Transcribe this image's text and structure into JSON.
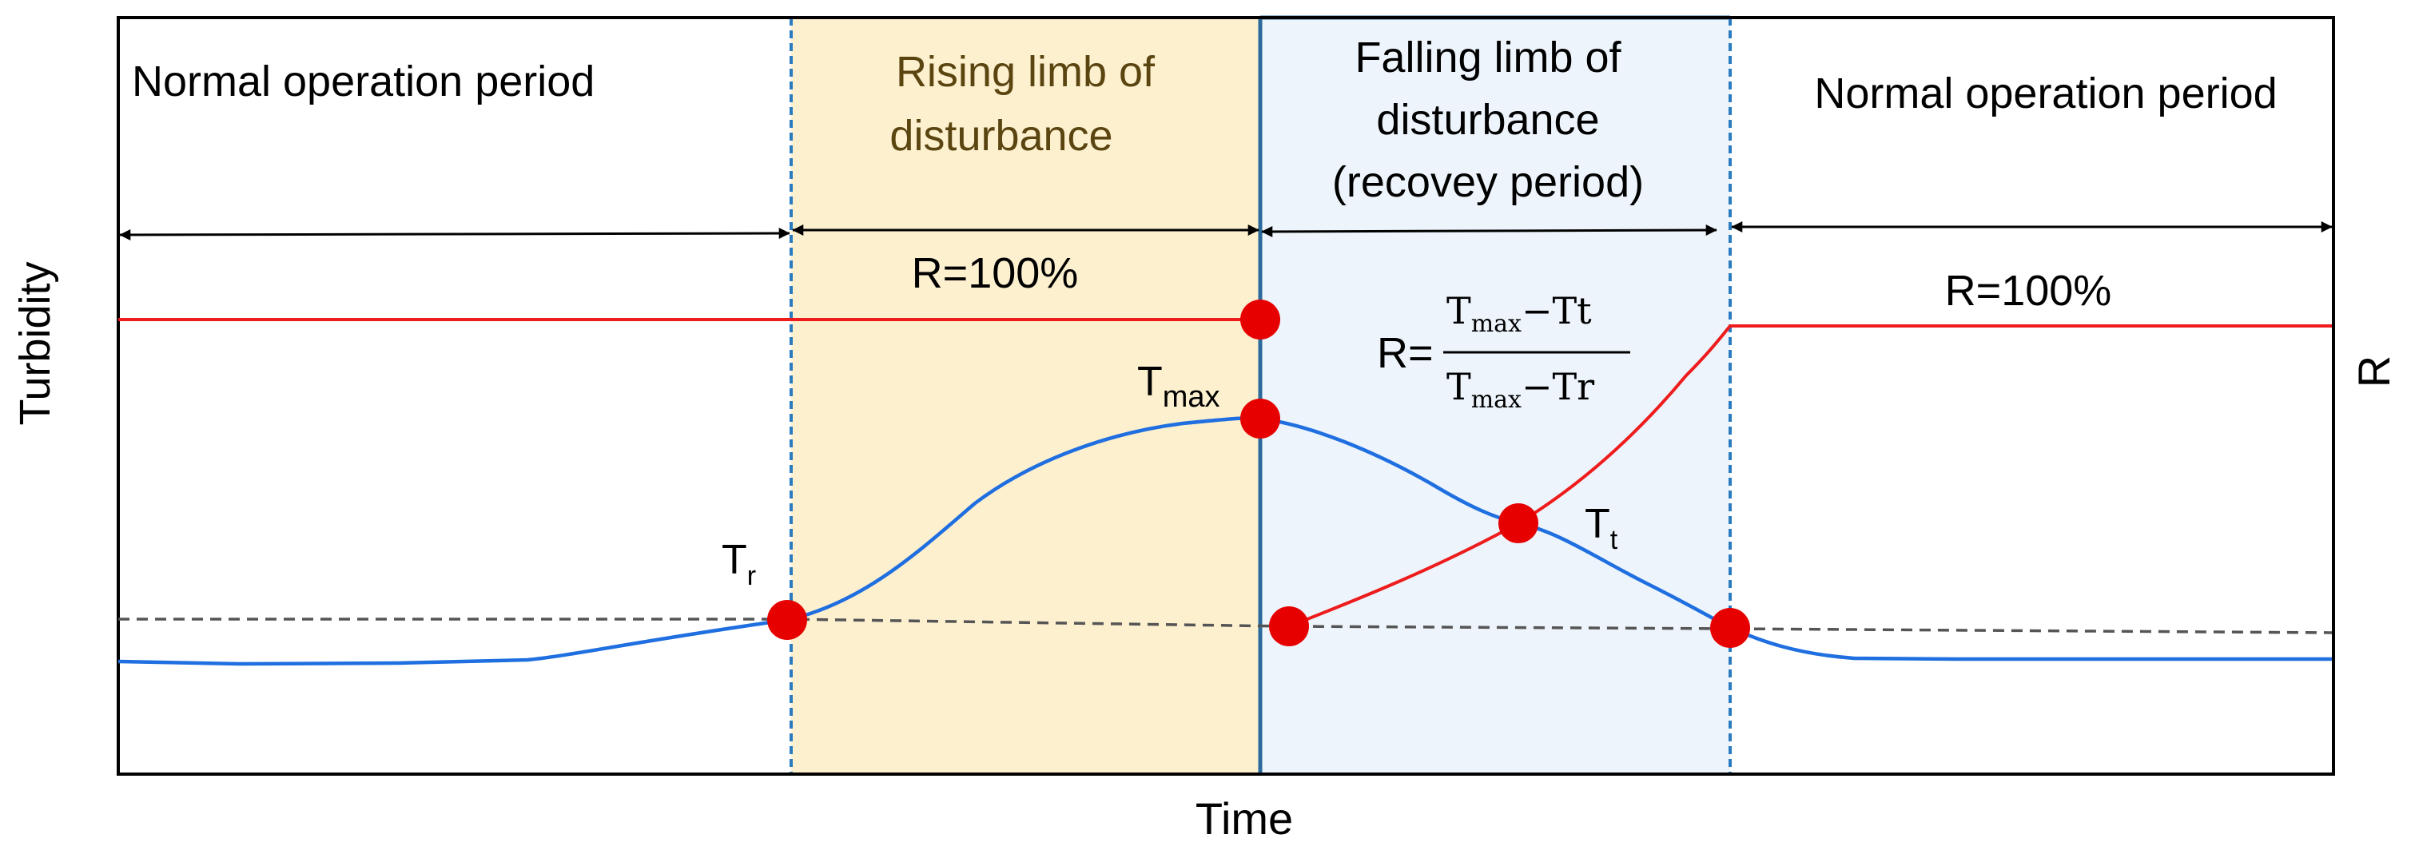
{
  "periods": {
    "normal_left": "Normal operation period",
    "rising_line1": "Rising limb of",
    "rising_line2": "disturbance",
    "falling_line1": "Falling limb of",
    "falling_line2": "disturbance",
    "falling_line3": "(recovey period)",
    "normal_right": "Normal operation period"
  },
  "r_labels": {
    "rising": "R=100%",
    "right": "R=100%"
  },
  "formula": {
    "lhs": "R=",
    "num_T": "T",
    "num_sub": "max",
    "num_rest": "−Tt",
    "den_T": "T",
    "den_sub": "max",
    "den_rest": "−Tr"
  },
  "point_labels": {
    "tr_main": "T",
    "tr_sub": "r",
    "tmax_main": "T",
    "tmax_sub": "max",
    "tt_main": "T",
    "tt_sub": "t"
  },
  "axes": {
    "x_label": "Time",
    "y_left_label": "Turbidity",
    "y_right_label": "R"
  },
  "colors": {
    "turbidity_curve": "#1f6fe0",
    "recovery_curve": "#ee1c1c",
    "baseline": "#555555",
    "markers": "#e60000",
    "rising_region": "#fdf0cf",
    "falling_region": "#edf4fb",
    "region_border": "#2b7bc0"
  }
}
